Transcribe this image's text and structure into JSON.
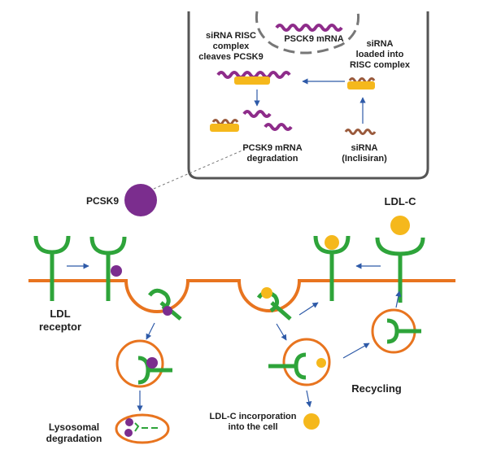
{
  "labels": {
    "pcsk9_mrna_top": "PSCK9 mRNA",
    "risc_cleaves": "siRNA RISC\ncomplex\ncleaves PCSK9",
    "sirna_loaded": "siRNA\nloaded into\nRISC complex",
    "mrna_degradation": "PCSK9 mRNA\ndegradation",
    "sirna_inclisiran": "siRNA\n(Inclisiran)",
    "pcsk9": "PCSK9",
    "ldl_c": "LDL-C",
    "ldl_receptor": "LDL\nreceptor",
    "recycling": "Recycling",
    "ldlc_incorporation": "LDL-C incorporation\ninto the cell",
    "lysosomal_degradation": "Lysosomal\ndegradation"
  },
  "colors": {
    "membrane": "#e8741f",
    "receptor": "#2ea43a",
    "pcsk9": "#7b2d8e",
    "ldl_c": "#f5b81c",
    "risc": "#f5b81c",
    "mrna": "#8e2c8a",
    "sirna": "#9a5a3c",
    "arrow": "#2e5aa8",
    "box_border": "#555555",
    "nucleus_dash": "#777777"
  }
}
